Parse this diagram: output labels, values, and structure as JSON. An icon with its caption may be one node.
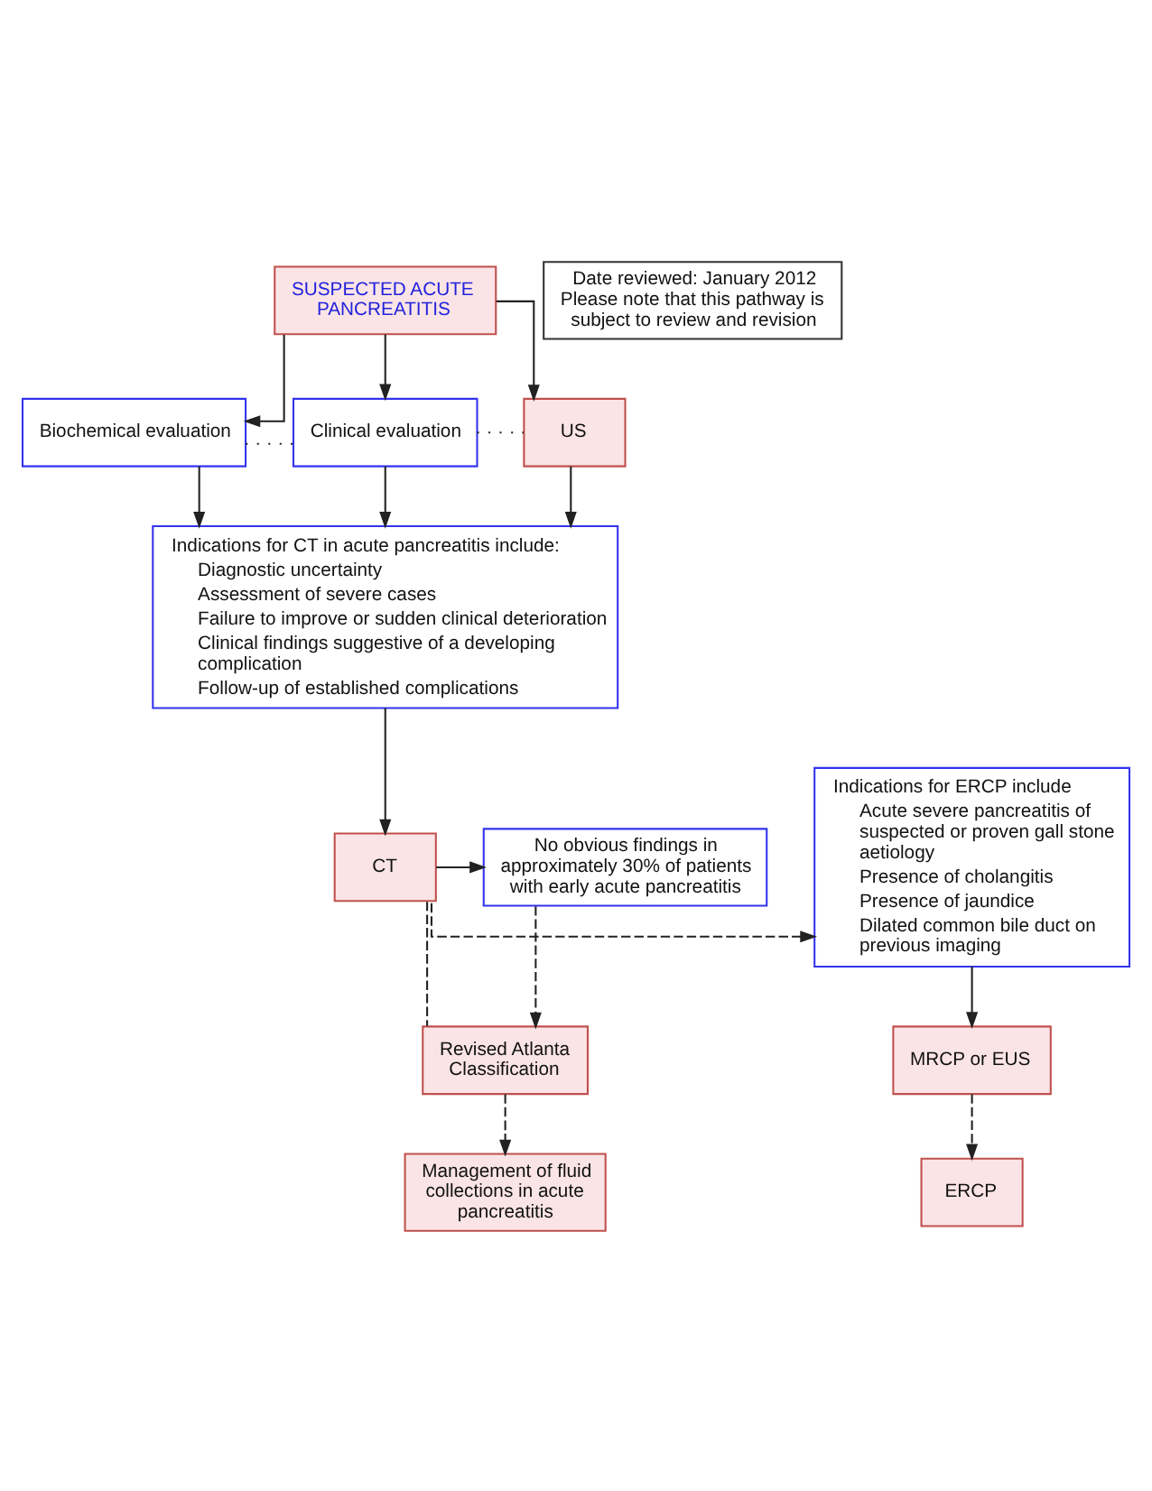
{
  "diagram": {
    "nodes": [
      {
        "text": [
          "SUSPECTED ACUTE PANCREATITIS"
        ]
      },
      {
        "text": [
          "Biochemical evaluation"
        ]
      },
      {
        "text": [
          "Clinical evaluation"
        ]
      },
      {
        "text": [
          "US"
        ]
      },
      {
        "text": [
          "Date reviewed: January 2012",
          "Please note that this pathway is subject to review and revision"
        ]
      },
      {
        "text": [
          "Indications for CT in acute pancreatitis include:",
          "Diagnostic uncertainty",
          "Assessment of severe cases",
          "Failure to improve or sudden clinical deterioration",
          "Clinical findings suggestive of a developing complication",
          "Follow-up of established complications"
        ]
      },
      {
        "text": [
          "Indications for ERCP include",
          "Acute severe pancreatitis of suspected or proven gall stone aetiology",
          "Presence of cholangitis",
          "Presence of jaundice",
          "Dilated common bile duct on previous imaging"
        ]
      },
      {
        "text": [
          "CT"
        ]
      },
      {
        "text": [
          "No obvious findings in approximately 30% of patients with early acute pancreatitis"
        ]
      },
      {
        "text": [
          "MRCP or EUS"
        ]
      },
      {
        "text": [
          "Revised Atlanta Classification"
        ]
      },
      {
        "text": [
          "ERCP"
        ]
      },
      {
        "text": [
          "Management of fluid collections in acute pancreatitis"
        ]
      }
    ],
    "edges": [
      {
        "from": 0,
        "to": 1,
        "arrow": "to"
      },
      {
        "from": 0,
        "to": 2,
        "arrow": "to"
      },
      {
        "from": 0,
        "to": 3,
        "arrow": "to"
      },
      {
        "from": 1,
        "to": 2,
        "arrow": "none",
        "style": "dashed"
      },
      {
        "from": 2,
        "to": 3,
        "arrow": "none",
        "style": "dashed"
      },
      {
        "from": 1,
        "to": 5,
        "arrow": "to"
      },
      {
        "from": 2,
        "to": 5,
        "arrow": "to"
      },
      {
        "from": 3,
        "to": 5,
        "arrow": "to"
      },
      {
        "from": 5,
        "to": 7,
        "arrow": "to"
      },
      {
        "from": 7,
        "to": 6,
        "arrow": "to",
        "style": "dashed"
      },
      {
        "from": 7,
        "to": 8,
        "arrow": "to"
      },
      {
        "from": 7,
        "to": 10,
        "arrow": "none",
        "style": "dashed"
      },
      {
        "from": 8,
        "to": 10,
        "arrow": "to",
        "style": "dashed"
      },
      {
        "from": 10,
        "to": 12,
        "arrow": "to",
        "style": "dashed"
      },
      {
        "from": 6,
        "to": 9,
        "arrow": "to"
      },
      {
        "from": 9,
        "to": 11,
        "arrow": "to",
        "style": "dashed"
      }
    ]
  }
}
